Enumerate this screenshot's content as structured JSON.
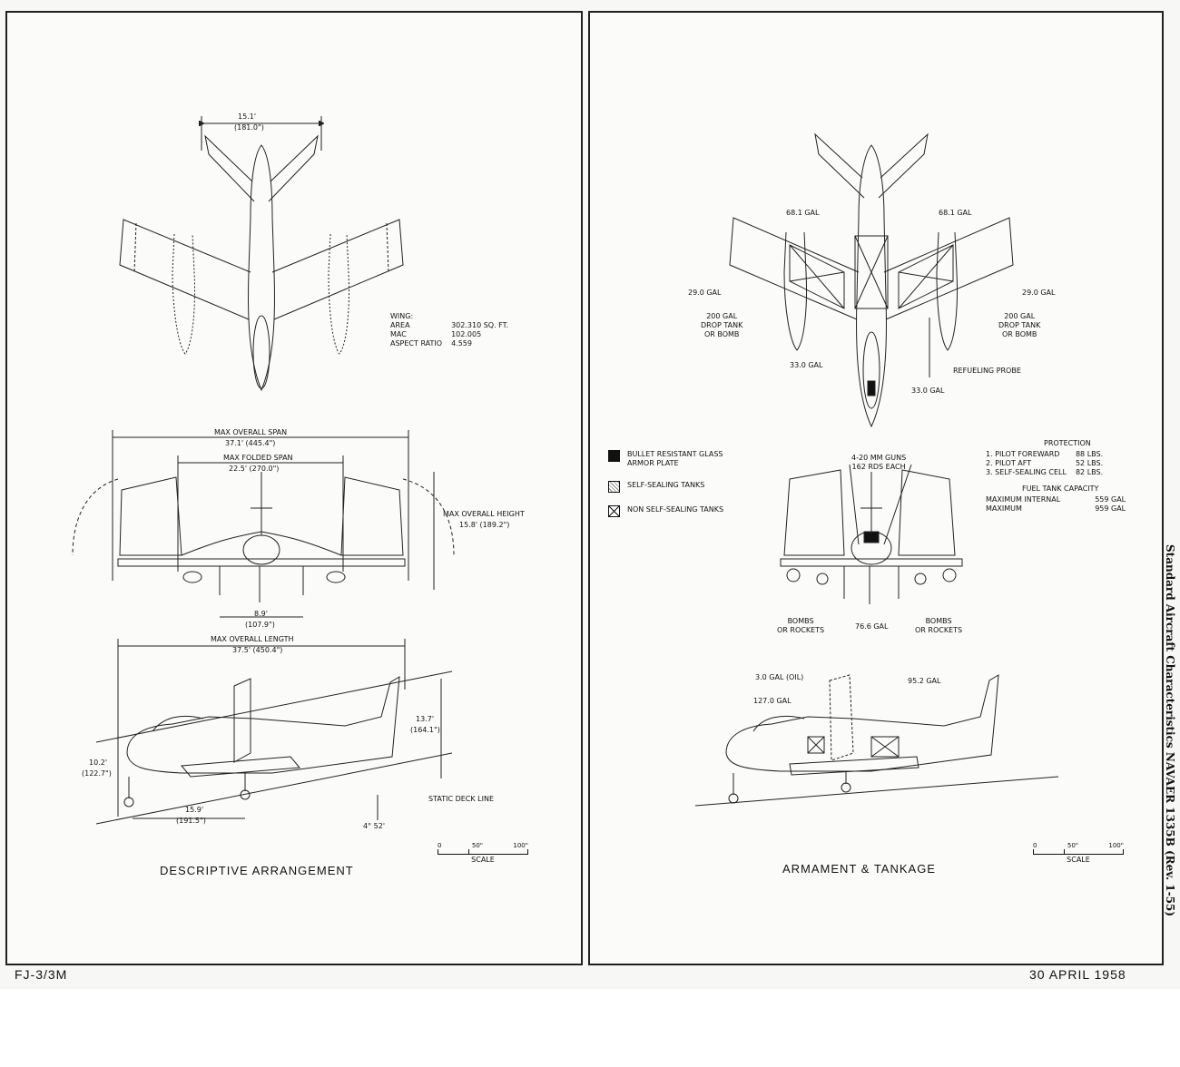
{
  "left_panel": {
    "title": "DESCRIPTIVE ARRANGEMENT",
    "tail_span": "15.1'",
    "tail_span_in": "(181.0\")",
    "wing_heading": "WING:",
    "wing_specs": [
      {
        "label": "AREA",
        "value": "302.310 SQ. FT."
      },
      {
        "label": "MAC",
        "value": "102.005"
      },
      {
        "label": "ASPECT RATIO",
        "value": "4.559"
      }
    ],
    "max_overall_span": "MAX OVERALL SPAN",
    "max_overall_span_value": "37.1' (445.4\")",
    "max_folded_span": "MAX FOLDED SPAN",
    "max_folded_span_value": "22.5' (270.0\")",
    "max_overall_height": "MAX OVERALL HEIGHT",
    "max_overall_height_value": "15.8' (189.2\")",
    "gear_track": "8.9'",
    "gear_track_in": "(107.9\")",
    "max_overall_length": "MAX OVERALL LENGTH",
    "max_overall_length_value": "37.5' (450.4\")",
    "nose_height": "10.2'",
    "nose_height_in": "(122.7\")",
    "tail_height": "13.7'",
    "tail_height_in": "(164.1\")",
    "wheelbase": "15.9'",
    "wheelbase_in": "(191.5\")",
    "deck_angle": "4° 52'",
    "static_deck_line": "STATIC DECK LINE"
  },
  "right_panel": {
    "title": "ARMAMENT & TANKAGE",
    "tanks": {
      "wing_inner_left": "68.1 GAL",
      "wing_inner_right": "68.1 GAL",
      "wing_outer_left": "29.0 GAL",
      "wing_outer_right": "29.0 GAL",
      "drop_left": "200 GAL\nDROP TANK\nOR BOMB",
      "drop_right": "200 GAL\nDROP TANK\nOR BOMB",
      "fus_left": "33.0 GAL",
      "fus_right": "33.0 GAL",
      "probe": "REFUELING PROBE",
      "guns": "4-20 MM GUNS\n162 RDS EACH",
      "bombs_left": "BOMBS\nOR ROCKETS",
      "bombs_right": "BOMBS\nOR ROCKETS",
      "belly": "76.6 GAL",
      "oil": "3.0 GAL (OIL)",
      "fwd": "127.0 GAL",
      "aft": "95.2 GAL"
    },
    "legend": [
      {
        "swatch": "solid",
        "text": "BULLET RESISTANT GLASS\nARMOR PLATE"
      },
      {
        "swatch": "hatch",
        "text": "SELF-SEALING TANKS"
      },
      {
        "swatch": "cross",
        "text": "NON SELF-SEALING TANKS"
      }
    ],
    "protection_heading": "PROTECTION",
    "protection": [
      {
        "label": "1.  PILOT FOREWARD",
        "value": "88 LBS."
      },
      {
        "label": "2.  PILOT AFT",
        "value": "52 LBS."
      },
      {
        "label": "3.  SELF-SEALING CELL",
        "value": "82 LBS."
      }
    ],
    "fuel_heading": "FUEL TANK CAPACITY",
    "fuel": [
      {
        "label": "MAXIMUM INTERNAL",
        "value": "559 GAL"
      },
      {
        "label": "MAXIMUM",
        "value": "959 GAL"
      }
    ]
  },
  "scale": {
    "t0": "0",
    "t1": "50\"",
    "t2": "100\"",
    "caption": "SCALE"
  },
  "side_caption": "Standard Aircraft Characteristics NAVAER 1335B (Rev. 1-55)",
  "footer": {
    "left": "FJ-3/3M",
    "right": "30 APRIL 1958"
  }
}
